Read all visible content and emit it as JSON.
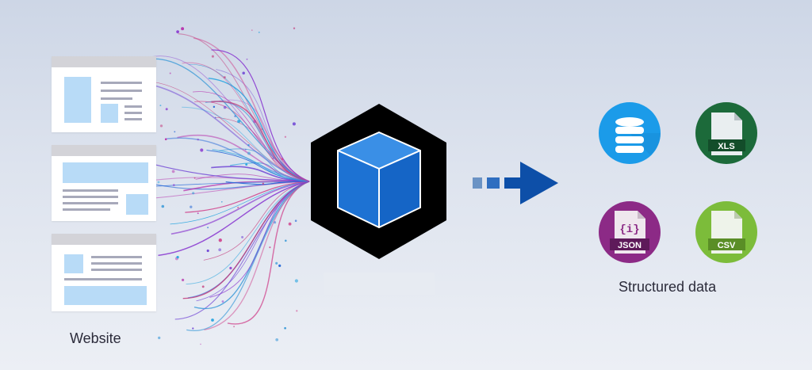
{
  "labels": {
    "website": "Website",
    "structured": "Structured data"
  },
  "formats": [
    "XLS",
    "JSON",
    "CSV"
  ],
  "json_glyph": "{i}",
  "colors": {
    "database": "#1b9be9",
    "xls": "#1c6a3a",
    "json": "#8c2a86",
    "csv": "#7cbc3a",
    "arrow": "#0d4fa8",
    "cube": "#1d72d3",
    "hexagon": "#000000",
    "page_block": "#b8dbf7",
    "curve_palette": [
      "#b83bb0",
      "#2a6bd8",
      "#c43a7a",
      "#3a9ad8",
      "#6b3fd4",
      "#2aa5e0",
      "#8a3ad0",
      "#d0488f"
    ]
  },
  "icons": [
    "database-icon",
    "xls-file-icon",
    "json-file-icon",
    "csv-file-icon",
    "arrow-right-icon",
    "cube-icon"
  ]
}
